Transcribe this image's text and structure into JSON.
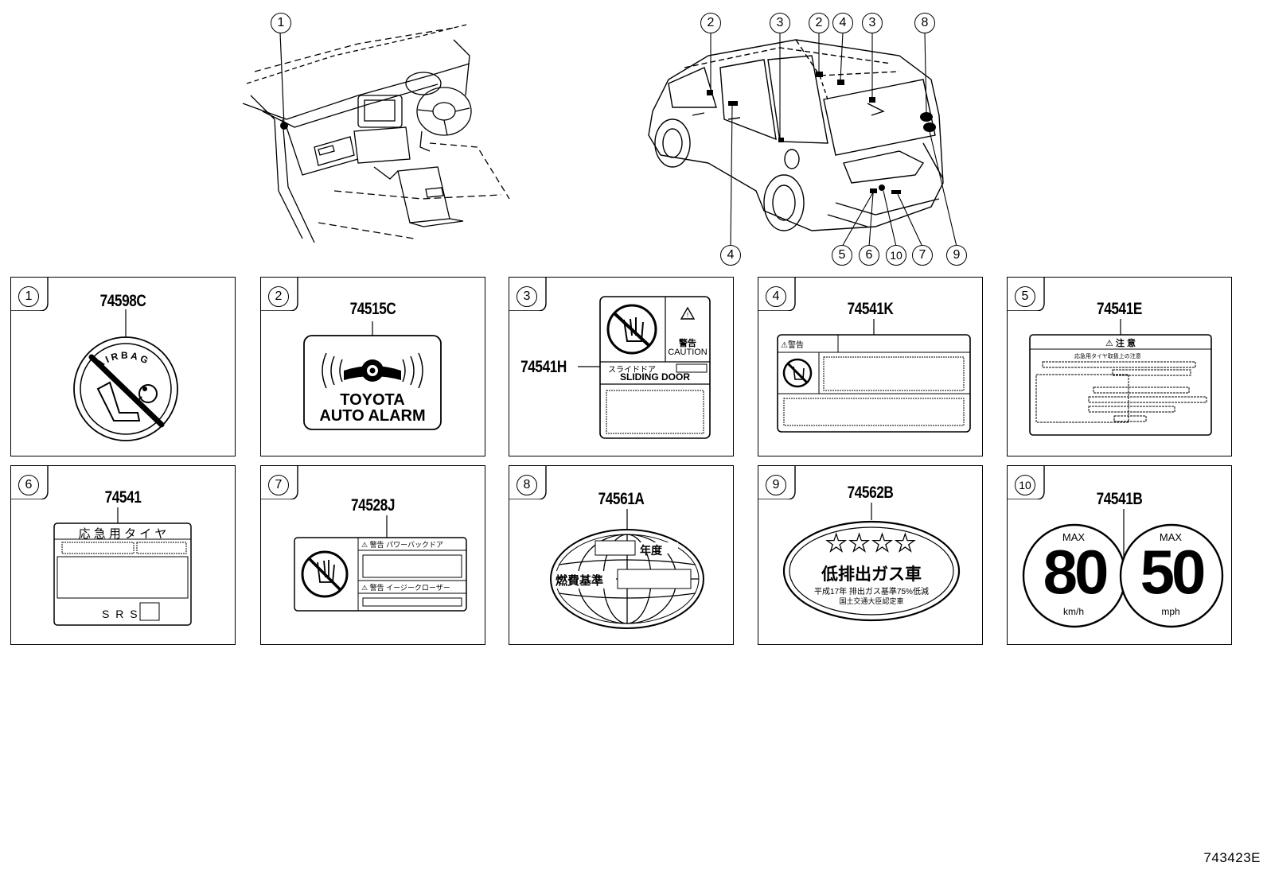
{
  "overview": {
    "interior_callouts": [
      "1"
    ],
    "exterior_top_callouts": [
      "2",
      "3",
      "2",
      "4",
      "3",
      "8"
    ],
    "exterior_bottom_callouts": [
      "4",
      "5",
      "6",
      "10",
      "7",
      "9"
    ]
  },
  "panels": [
    {
      "num": "1",
      "part": "74598C",
      "text": [
        "AIRBAG"
      ]
    },
    {
      "num": "2",
      "part": "74515C",
      "text": [
        "TOYOTA",
        "AUTO ALARM"
      ]
    },
    {
      "num": "3",
      "part": "74541H",
      "text": [
        "警告",
        "CAUTION",
        "スライドドア",
        "SLIDING DOOR"
      ]
    },
    {
      "num": "4",
      "part": "74541K",
      "text": [
        "⚠警告"
      ]
    },
    {
      "num": "5",
      "part": "74541E",
      "text": [
        "⚠ 注 意",
        "応急用タイヤ取扱上の注意"
      ]
    },
    {
      "num": "6",
      "part": "74541",
      "text": [
        "応 急 用 タ イ ヤ",
        "S R S"
      ]
    },
    {
      "num": "7",
      "part": "74528J",
      "text": [
        "⚠ 警告 パワーバックドア",
        "⚠ 警告 イージークローザー"
      ]
    },
    {
      "num": "8",
      "part": "74561A",
      "text": [
        "年度",
        "燃費基準"
      ]
    },
    {
      "num": "9",
      "part": "74562B",
      "text": [
        "★★★★",
        "低排出ガス車",
        "平成17年 排出ガス基準75%低減",
        "国土交通大臣認定車"
      ]
    },
    {
      "num": "10",
      "part": "74541B",
      "text": [
        "MAX",
        "80",
        "km/h",
        "MAX",
        "50",
        "mph"
      ]
    }
  ],
  "doc_id": "743423E"
}
